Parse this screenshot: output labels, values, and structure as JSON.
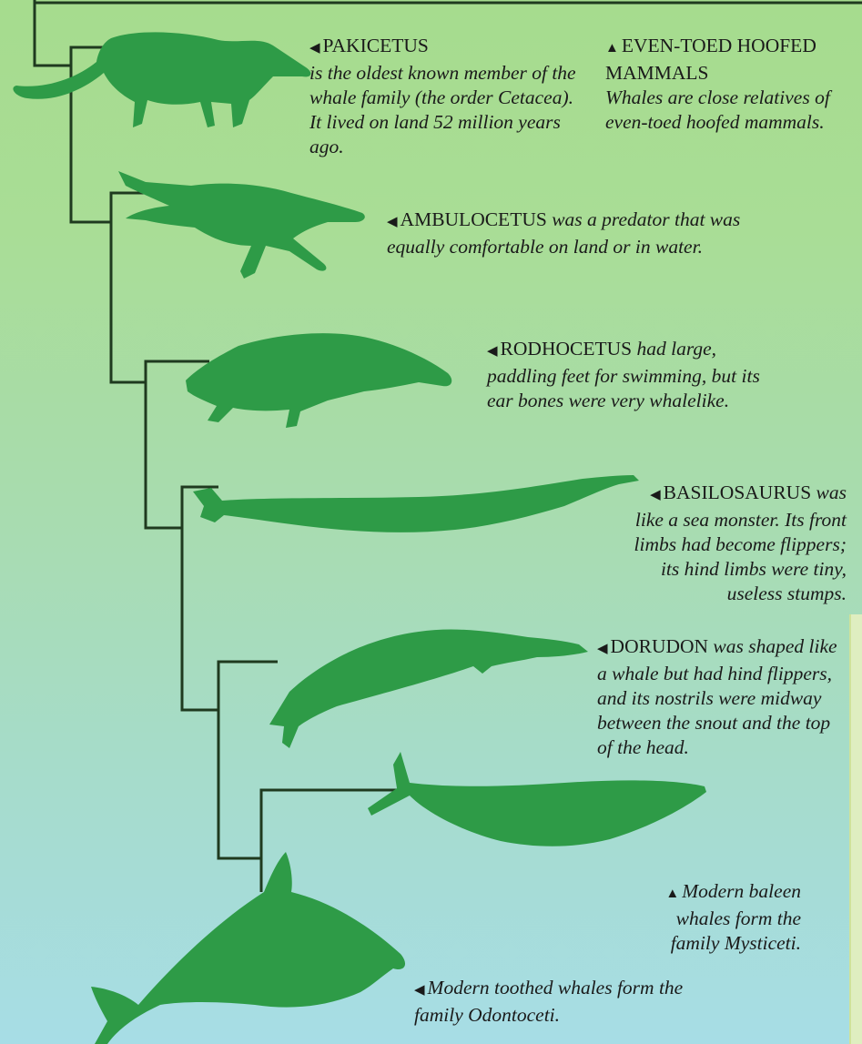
{
  "colors": {
    "silhouette": "#2e9b47",
    "branch_line": "#1f3a1f",
    "text": "#1a1a1a"
  },
  "captions": {
    "pakicetus": {
      "marker": "◀",
      "name": "PAKICETUS",
      "text": "is the oldest known member of the whale family (the order Cetacea). It lived on land 52 million years ago."
    },
    "hoofed": {
      "marker": "▲",
      "name": "EVEN-TOED HOOFED MAMMALS",
      "text": "Whales are close relatives of even-toed hoofed mammals."
    },
    "ambulocetus": {
      "marker": "◀",
      "name": "AMBULOCETUS",
      "text": "was a predator that was equally comfortable on land or in water."
    },
    "rodhocetus": {
      "marker": "◀",
      "name": "RODHOCETUS",
      "text": "had large, paddling feet for swimming, but its ear bones were very whalelike."
    },
    "basilosaurus": {
      "marker": "◀",
      "name": "BASILOSAURUS",
      "text": "was like a sea monster. Its front limbs had become flippers; its hind limbs were tiny, useless stumps."
    },
    "dorudon": {
      "marker": "◀",
      "name": "DORUDON",
      "text": "was shaped like a whale but had hind flippers, and its nostrils were midway between the snout and the top of the head."
    },
    "baleen": {
      "marker": "▲",
      "name": "",
      "text": "Modern baleen whales form the family Mysticeti."
    },
    "toothed": {
      "marker": "◀",
      "name": "",
      "text": "Modern toothed whales form the family Odontoceti."
    }
  },
  "silhouettes": [
    "pakicetus-silhouette",
    "ambulocetus-silhouette",
    "rodhocetus-silhouette",
    "basilosaurus-silhouette",
    "dorudon-silhouette",
    "baleen-whale-silhouette",
    "toothed-whale-silhouette"
  ]
}
